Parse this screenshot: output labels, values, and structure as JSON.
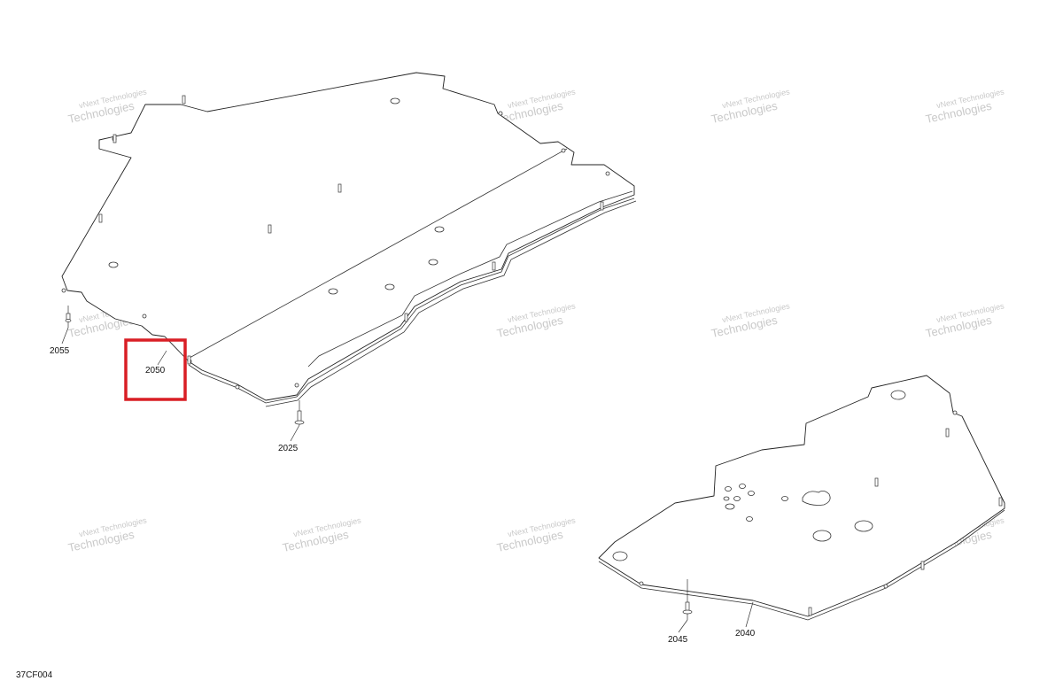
{
  "figure_code": "37CF004",
  "watermark": {
    "line1": "vNext Technologies",
    "line2": "Technologies"
  },
  "callouts": {
    "c2055": "2055",
    "c2050": "2050",
    "c2025": "2025",
    "c2045": "2045",
    "c2040": "2040"
  },
  "highlight_color": "#d91e25"
}
